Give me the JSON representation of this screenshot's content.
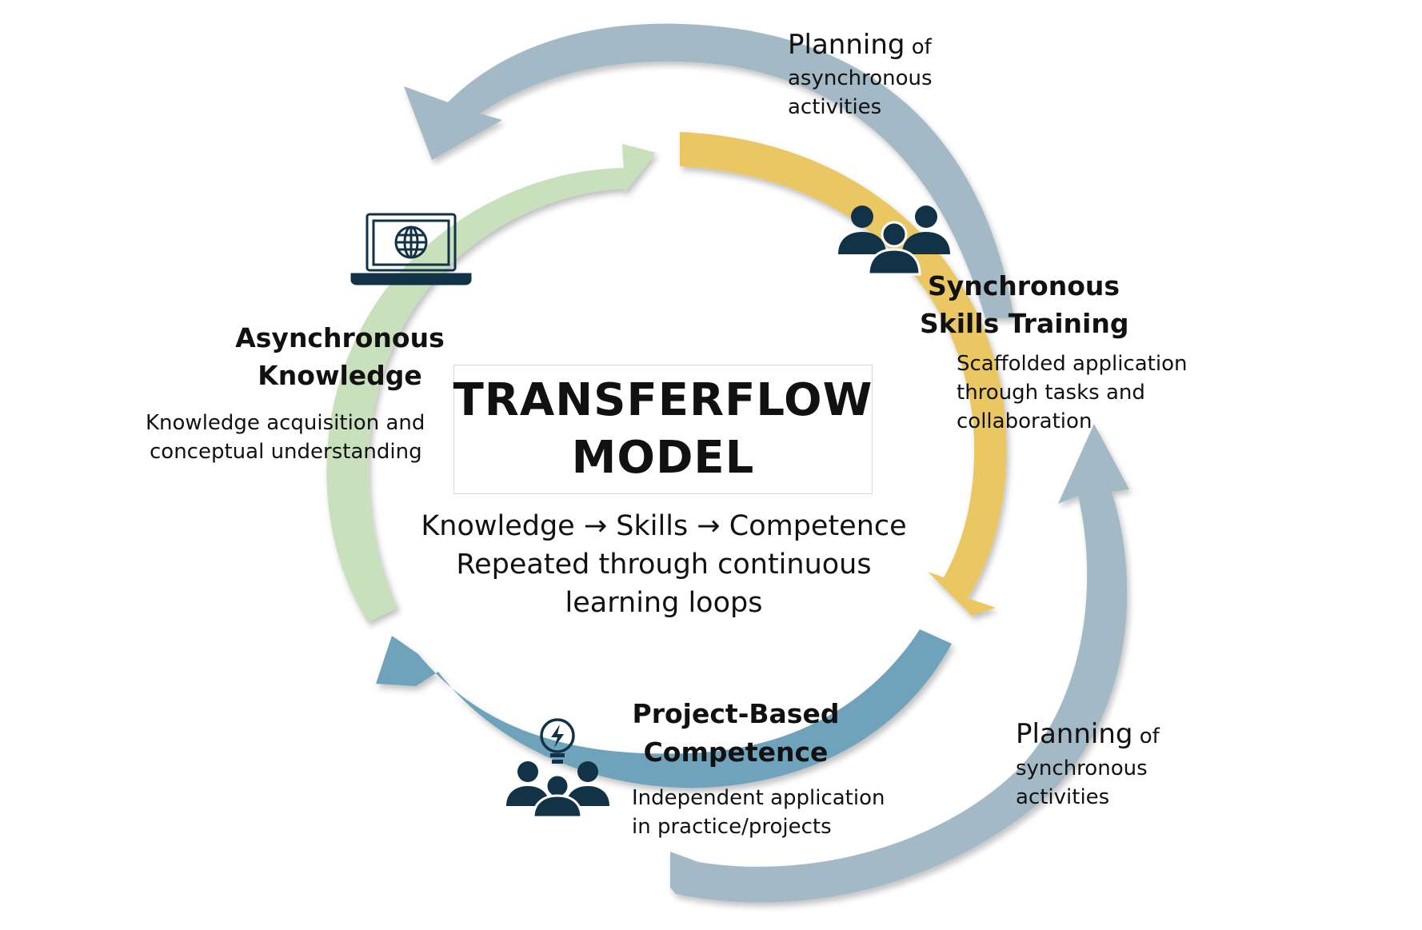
{
  "center": {
    "title_line1": "TRANSFERFLOW",
    "title_line2": "MODEL",
    "summary_line1": "Knowledge → Skills → Competence",
    "summary_line2": "Repeated through continuous",
    "summary_line3": "learning loops"
  },
  "stages": {
    "asynchronous": {
      "title_line1": "Asynchronous",
      "title_line2": "Knowledge",
      "desc_line1": "Knowledge acquisition and",
      "desc_line2": "conceptual understanding",
      "icon": "laptop-globe-icon"
    },
    "synchronous": {
      "title_line1": "Synchronous",
      "title_line2": "Skills Training",
      "desc_line1": "Scaffolded application",
      "desc_line2": "through tasks and",
      "desc_line3": "collaboration",
      "icon": "group-icon"
    },
    "project": {
      "title_line1": "Project-Based",
      "title_line2": "Competence",
      "desc_line1": "Independent application",
      "desc_line2": "in practice/projects",
      "icon": "lightbulb-group-icon"
    }
  },
  "planning": {
    "async": {
      "word": "Planning",
      "of": "of",
      "line2": "asynchronous",
      "line3": "activities"
    },
    "sync": {
      "word": "Planning",
      "of": "of",
      "line2": "synchronous",
      "line3": "activities"
    }
  },
  "colors": {
    "green_arrow": "#c8e0bb",
    "yellow_arrow": "#ebc764",
    "blue_arrow": "#6ea3bb",
    "outer_arrows": "#9fb6c4",
    "icons": "#123347"
  }
}
